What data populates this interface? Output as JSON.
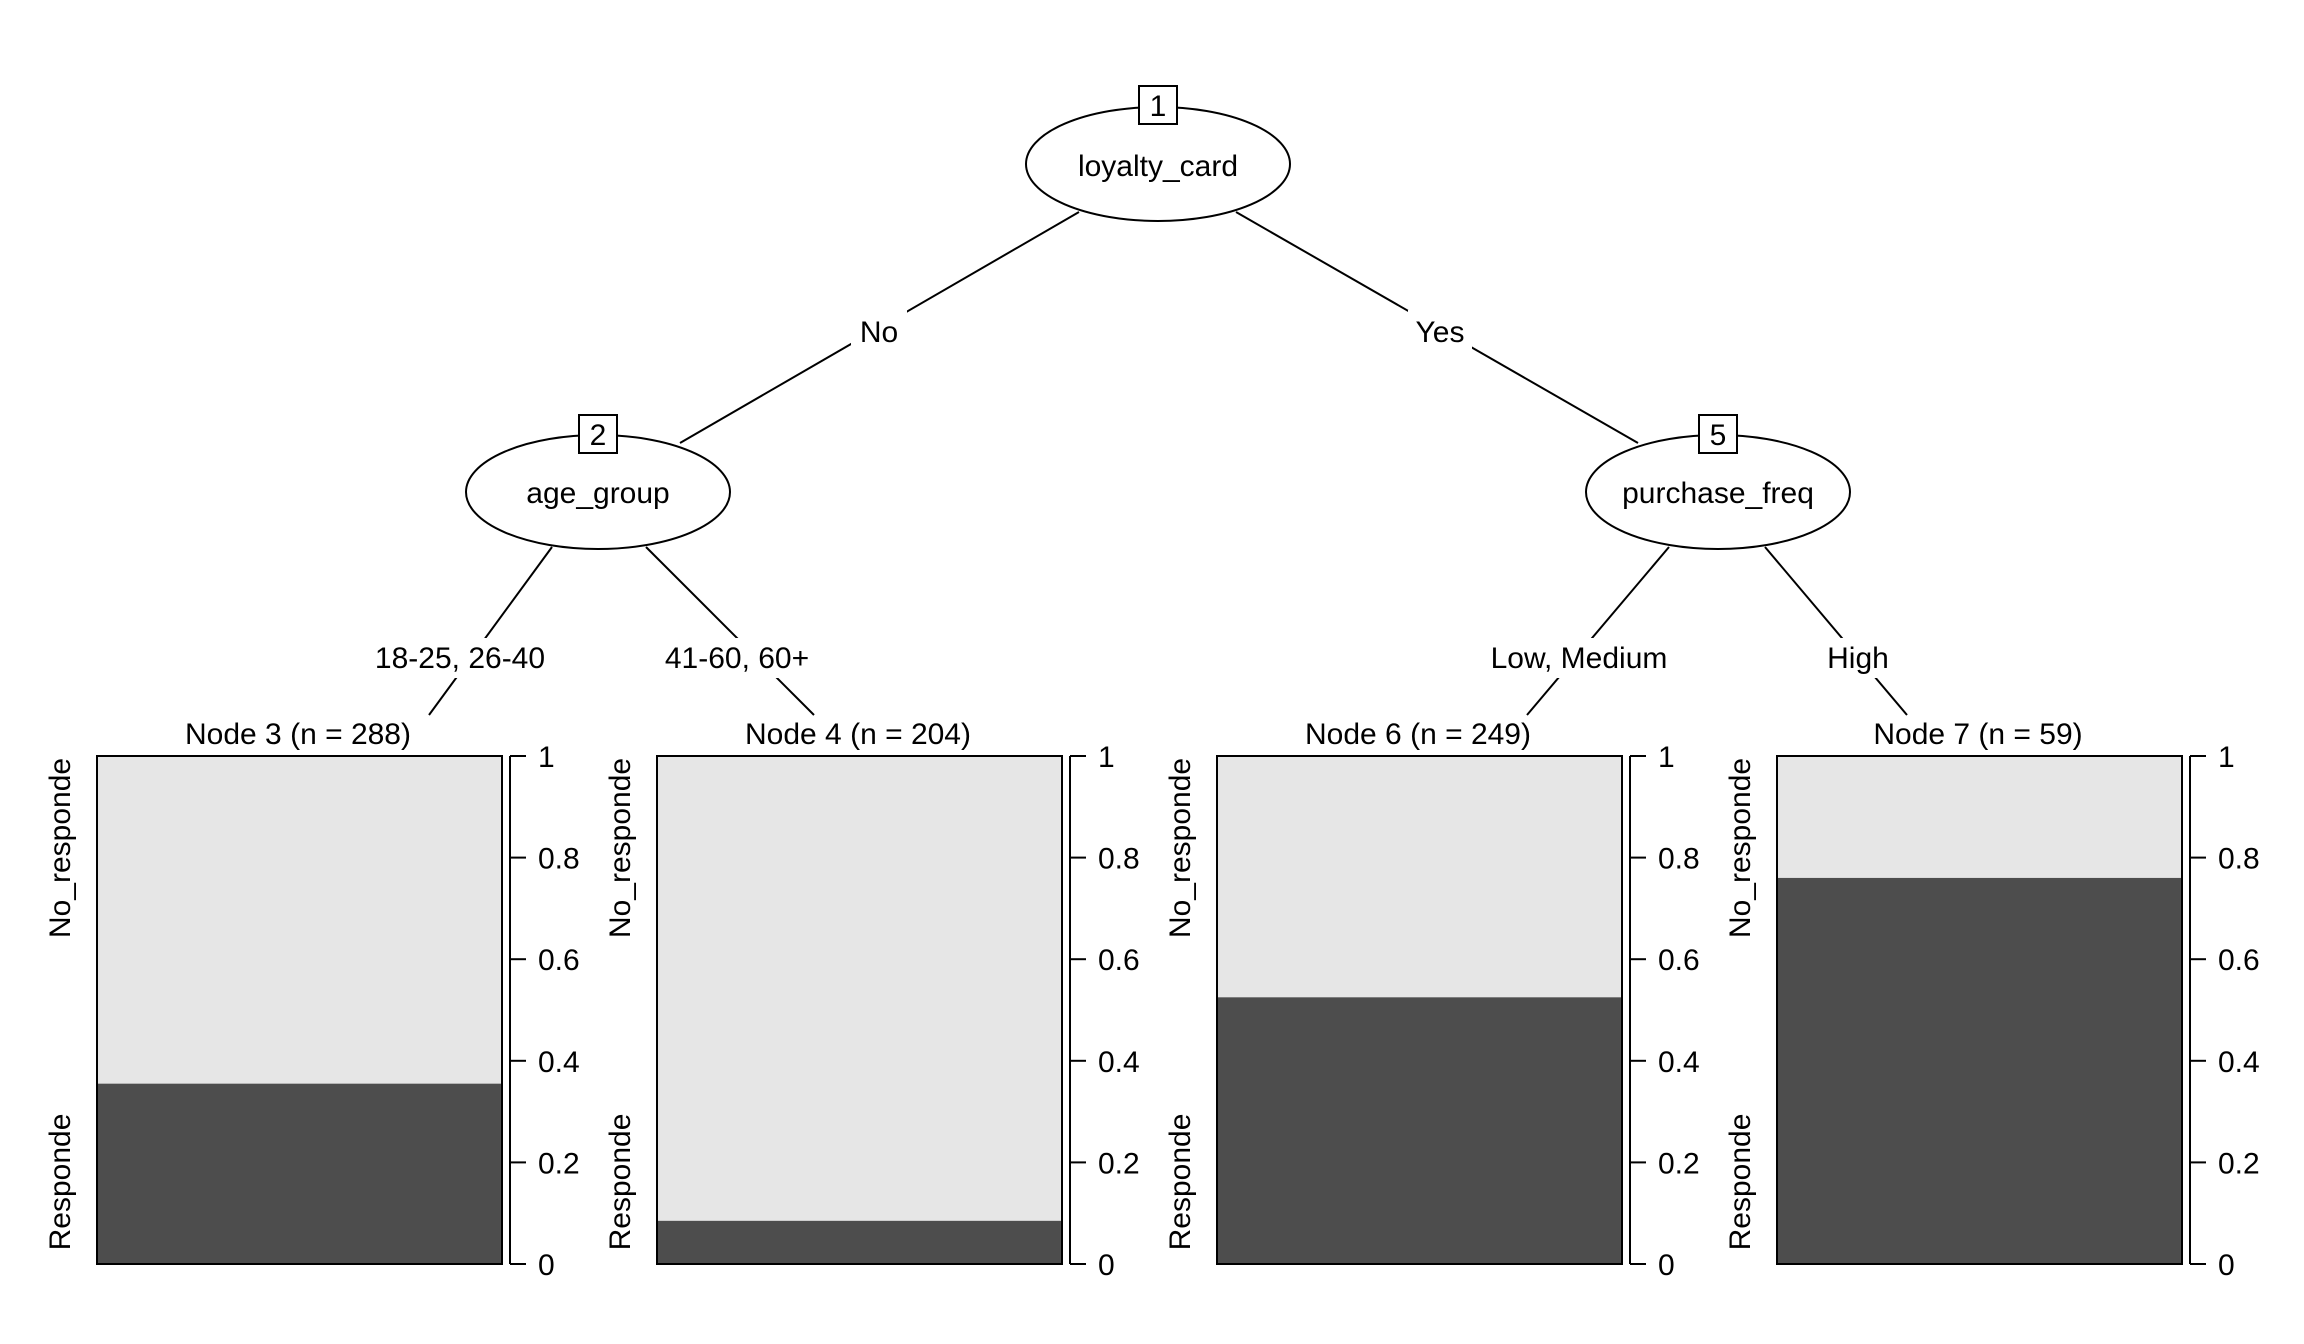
{
  "tree": {
    "inner_nodes": [
      {
        "id": "1",
        "variable": "loyalty_card"
      },
      {
        "id": "2",
        "variable": "age_group"
      },
      {
        "id": "5",
        "variable": "purchase_freq"
      }
    ],
    "edge_labels": {
      "no": "No",
      "yes": "Yes",
      "age_young": "18-25, 26-40",
      "age_old": "41-60, 60+",
      "freq_low_medium": "Low, Medium",
      "freq_high": "High"
    },
    "terminal_nodes": [
      {
        "title": "Node 3 (n = 288)",
        "node": 3,
        "n": 288,
        "responde": 0.355,
        "no_responde": 0.645
      },
      {
        "title": "Node 4 (n = 204)",
        "node": 4,
        "n": 204,
        "responde": 0.085,
        "no_responde": 0.915
      },
      {
        "title": "Node 6 (n = 249)",
        "node": 6,
        "n": 249,
        "responde": 0.525,
        "no_responde": 0.475
      },
      {
        "title": "Node 7 (n = 59)",
        "node": 7,
        "n": 59,
        "responde": 0.76,
        "no_responde": 0.24
      }
    ],
    "class_labels": {
      "top": "No_responde",
      "bottom": "Responde"
    },
    "axis_ticks": [
      "0",
      "0.2",
      "0.4",
      "0.6",
      "0.8",
      "1"
    ],
    "colors": {
      "responde": "#4d4d4d",
      "no_responde": "#e6e6e6",
      "line": "#000000"
    }
  }
}
